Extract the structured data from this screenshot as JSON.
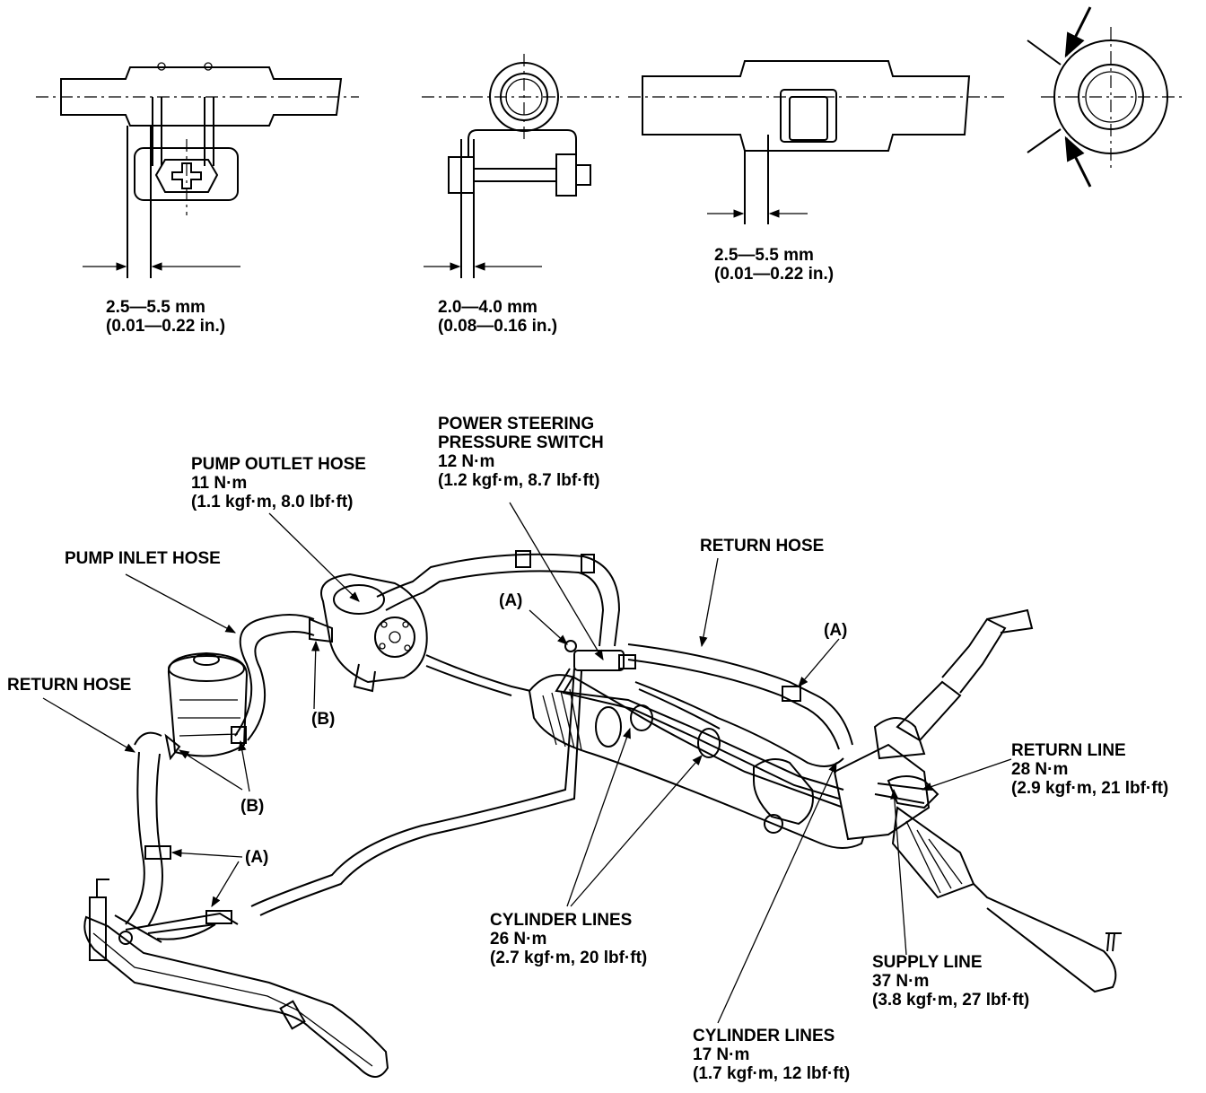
{
  "details": {
    "clamp1": {
      "range": "2.5—5.5 mm",
      "range_in": "(0.01—0.22 in.)"
    },
    "clamp2": {
      "range": "2.0—4.0 mm",
      "range_in": "(0.08—0.16 in.)"
    },
    "clamp3": {
      "range": "2.5—5.5 mm",
      "range_in": "(0.01—0.22 in.)"
    }
  },
  "callouts": {
    "ps_switch": {
      "line1": "POWER STEERING",
      "line2": "PRESSURE SWITCH",
      "torque": "12 N·m",
      "torque_alt": "(1.2 kgf·m, 8.7 lbf·ft)"
    },
    "pump_outlet": {
      "name": "PUMP OUTLET HOSE",
      "torque": "11 N·m",
      "torque_alt": "(1.1 kgf·m, 8.0 lbf·ft)"
    },
    "pump_inlet": {
      "name": "PUMP INLET HOSE"
    },
    "return_hose_top": {
      "name": "RETURN HOSE"
    },
    "return_hose_left": {
      "name": "RETURN HOSE"
    },
    "a_top": {
      "name": "(A)"
    },
    "a_right": {
      "name": "(A)"
    },
    "a_bottom": {
      "name": "(A)"
    },
    "b_pump": {
      "name": "(B)"
    },
    "b_tank": {
      "name": "(B)"
    },
    "return_line": {
      "name": "RETURN LINE",
      "torque": "28 N·m",
      "torque_alt": "(2.9 kgf·m, 21 lbf·ft)"
    },
    "cylinder_lines_26": {
      "name": "CYLINDER LINES",
      "torque": "26 N·m",
      "torque_alt": "(2.7 kgf·m, 20 lbf·ft)"
    },
    "supply_line": {
      "name": "SUPPLY LINE",
      "torque": "37 N·m",
      "torque_alt": "(3.8 kgf·m, 27 lbf·ft)"
    },
    "cylinder_lines_17": {
      "name": "CYLINDER LINES",
      "torque": "17 N·m",
      "torque_alt": "(1.7 kgf·m, 12 lbf·ft)"
    }
  }
}
